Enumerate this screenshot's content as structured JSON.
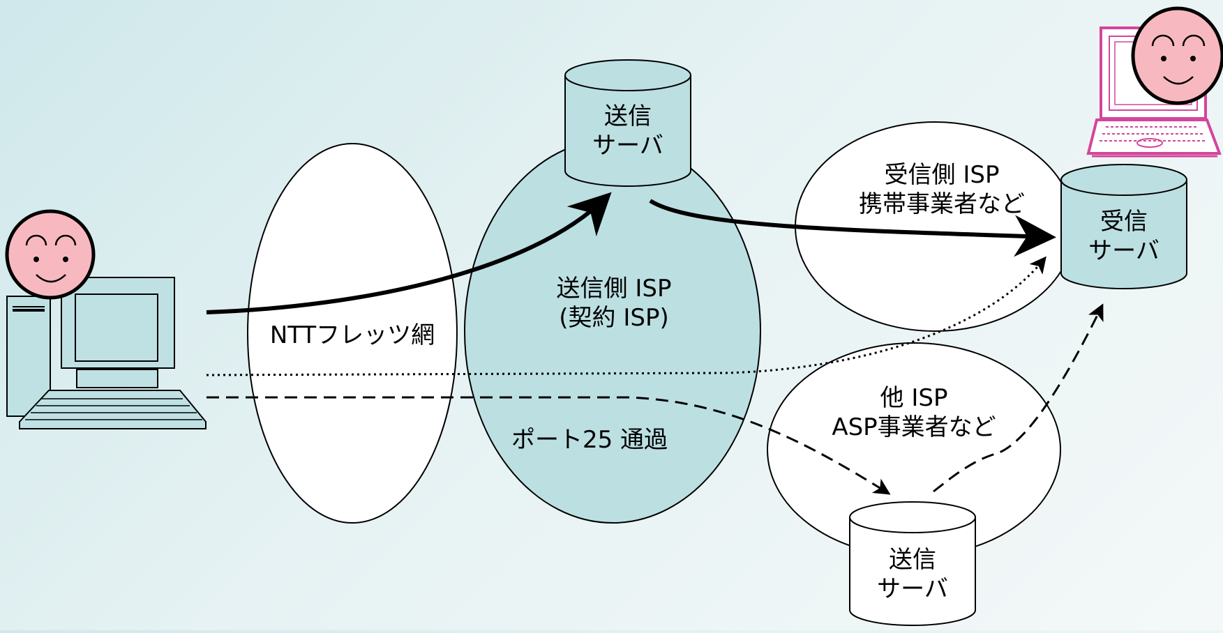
{
  "labels": {
    "send_server_top": [
      "送信",
      "サーバ"
    ],
    "recv_server": [
      "受信",
      "サーバ"
    ],
    "send_server_bottom": [
      "送信",
      "サーバ"
    ],
    "ntt_network": "NTTフレッツ網",
    "sender_isp": [
      "送信側 ISP",
      "(契約 ISP)"
    ],
    "port25": "ポート25 通過",
    "receiver_isp": [
      "受信側 ISP",
      "携帯事業者など"
    ],
    "other_isp": [
      "他 ISP",
      "ASP事業者など"
    ]
  },
  "colors": {
    "server_fill": "#bcdfe2",
    "server_bottom_fill": "#ffffff",
    "isp_fill": "#bcdfe2",
    "ellipse_fill": "#ffffff",
    "stroke": "#000000",
    "face": "#f7b9bf",
    "laptop": "#d4459b",
    "pc": "#bfe1e4"
  },
  "icons": [
    "sender-pc-icon",
    "sender-face-icon",
    "receiver-laptop-icon",
    "receiver-face-icon"
  ]
}
